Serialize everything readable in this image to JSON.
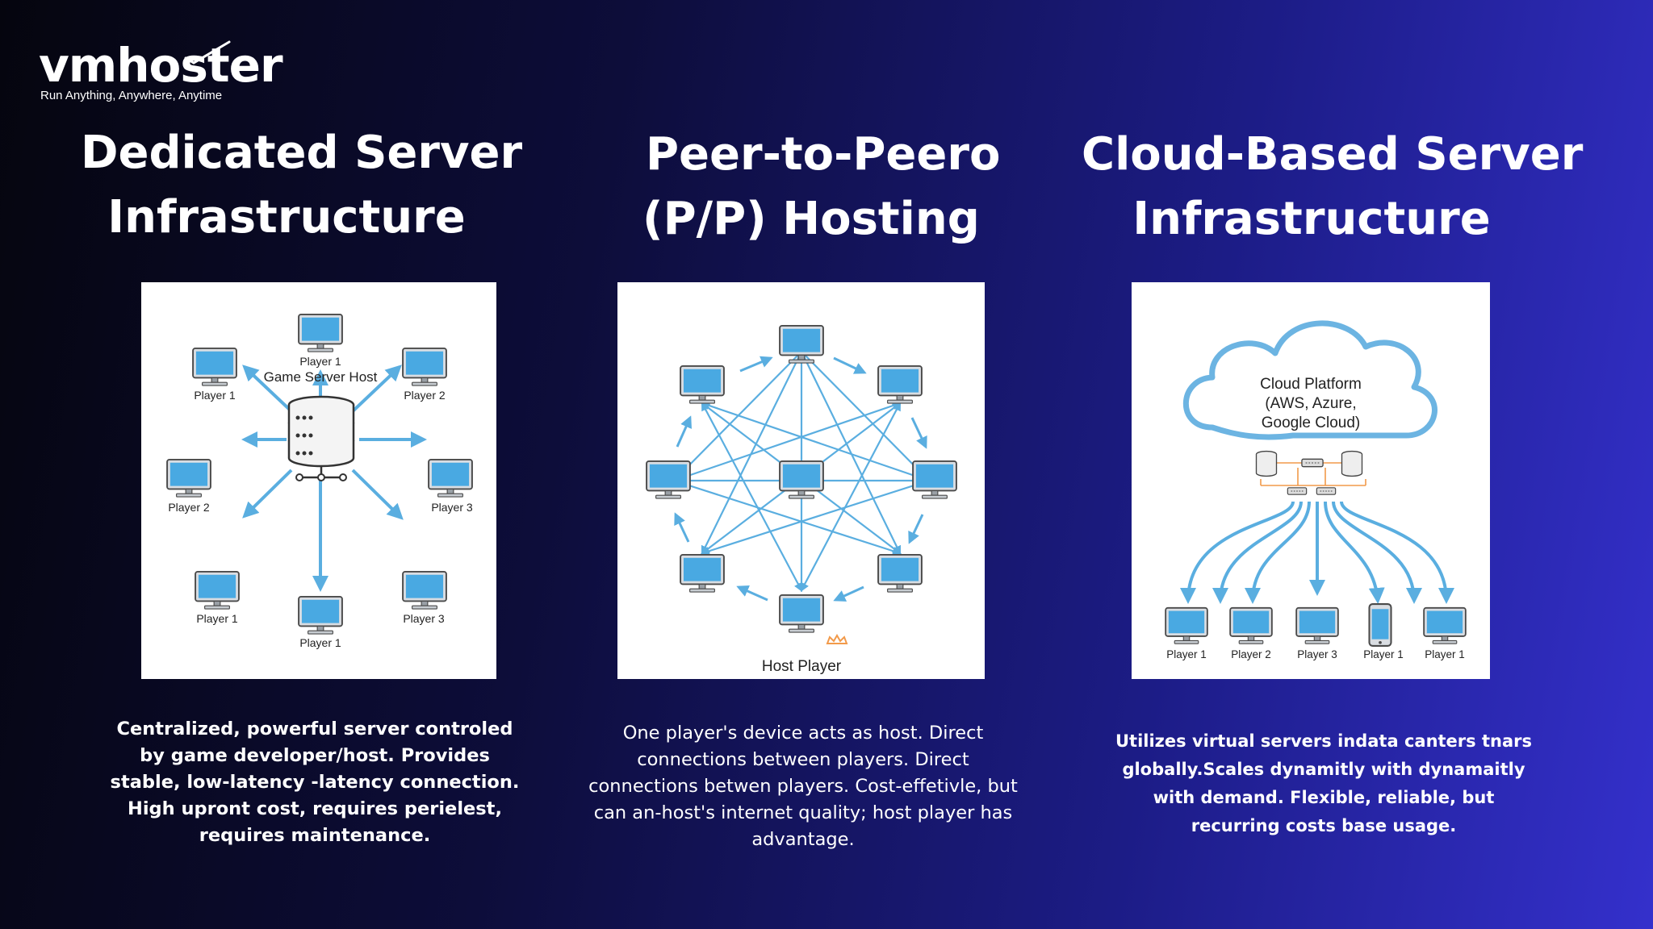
{
  "brand": {
    "name": "vmhoster",
    "tagline": "Run Anything, Anywhere, Anytime"
  },
  "columns": [
    {
      "title_line1": "Dedicated Server",
      "title_line2": "Infrastructure",
      "diagram": {
        "center": "Game Server Host",
        "top_player": "Player 1",
        "players": [
          "Player 1",
          "Player 2",
          "Player 2",
          "Player 3",
          "Player 1",
          "Player 1",
          "Player 3"
        ]
      },
      "description": "Centralized, powerful server controled by game developer/host. Provides stable, low-latency -latency connection. High upront cost, requires  perielest, requires maintenance."
    },
    {
      "title_line1": "Peer-to-Peero",
      "title_line2": "(P/P) Hosting",
      "diagram": {
        "host_label": "Host Player"
      },
      "description": "One player's device acts as host. Direct connections between players. Direct connections betwen players. Cost-effetivle, but can an-host's internet quality; host player has advantage."
    },
    {
      "title_line1": "Cloud-Based Server",
      "title_line2": "Infrastructure",
      "diagram": {
        "cloud_line1": "Cloud Platform",
        "cloud_line2": "(AWS, Azure,",
        "cloud_line3": "Google Cloud)",
        "players": [
          "Player 1",
          "Player 2",
          "Player 3",
          "Player 1",
          "Player 1"
        ]
      },
      "description": "Utilizes virtual servers indata canters tnars globally.Scales dynamitly with dynamaitly with demand. Flexible, reliable, but recurring costs base usage."
    }
  ],
  "colors": {
    "arrow": "#5aaee0",
    "monitor": "#45a6df",
    "cloud": "#6cb4e2",
    "orange": "#f29a4a"
  }
}
